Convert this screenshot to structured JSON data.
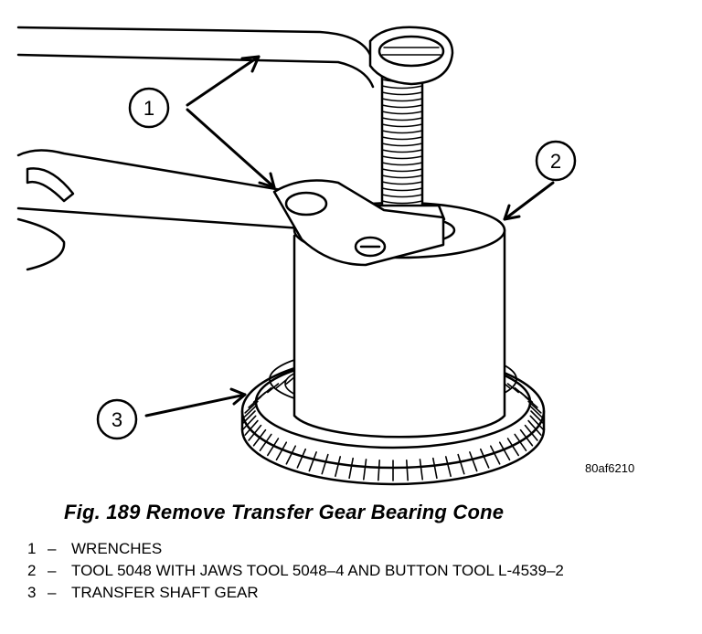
{
  "figure": {
    "callouts": [
      "1",
      "2",
      "3"
    ],
    "image_code": "80af6210"
  },
  "caption": "Fig. 189 Remove Transfer Gear Bearing Cone",
  "legend": [
    {
      "num": "1",
      "dash": "–",
      "text": "WRENCHES"
    },
    {
      "num": "2",
      "dash": "–",
      "text": "TOOL 5048 WITH JAWS TOOL 5048–4 AND BUTTON TOOL L-4539–2"
    },
    {
      "num": "3",
      "dash": "–",
      "text": "TRANSFER SHAFT GEAR"
    }
  ]
}
